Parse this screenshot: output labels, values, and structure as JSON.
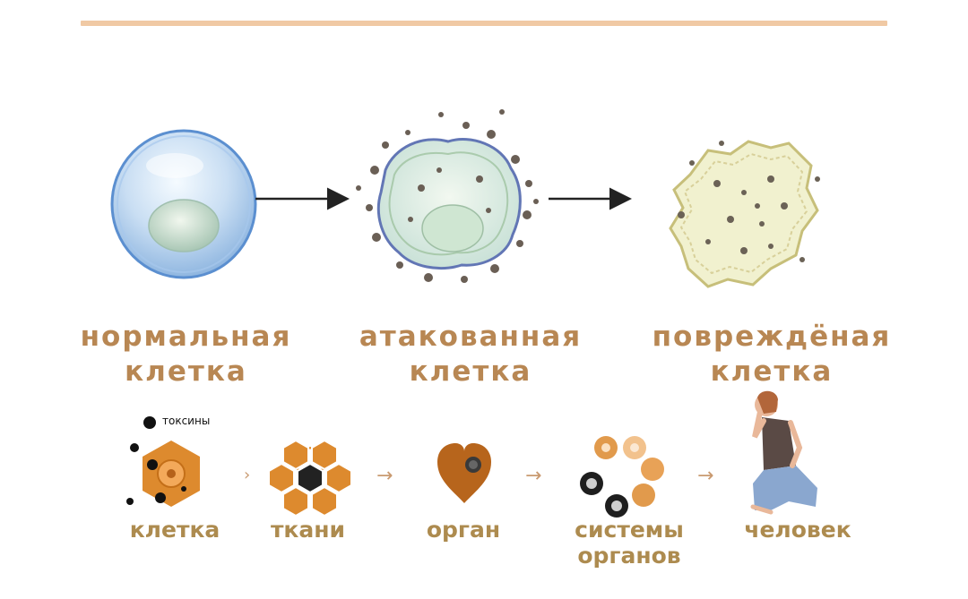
{
  "top_labels": [
    {
      "line1": "нормальная",
      "line2": "клетка"
    },
    {
      "line1": "атакованная",
      "line2": "клетка"
    },
    {
      "line1": "повреждёная",
      "line2": "клетка"
    }
  ],
  "toxins_label": "токсины",
  "stages": [
    {
      "line1": "клетка",
      "line2": ""
    },
    {
      "line1": "ткани",
      "line2": ""
    },
    {
      "line1": "орган",
      "line2": ""
    },
    {
      "line1": "системы",
      "line2": "органов"
    },
    {
      "line1": "человек",
      "line2": ""
    }
  ],
  "colors": {
    "top_rule": "#f0c9a4",
    "label_text": "#b88753",
    "stage_text": "#ad8b4f",
    "orange": "#d9852b",
    "orange_light": "#f0b064",
    "dark": "#1b1b1b"
  },
  "icons": [
    "normal-cell",
    "attacked-cell",
    "damaged-cell",
    "hexagon-cell",
    "honeycomb-tissue",
    "heart-organ",
    "organ-systems-ring",
    "sitting-person"
  ]
}
